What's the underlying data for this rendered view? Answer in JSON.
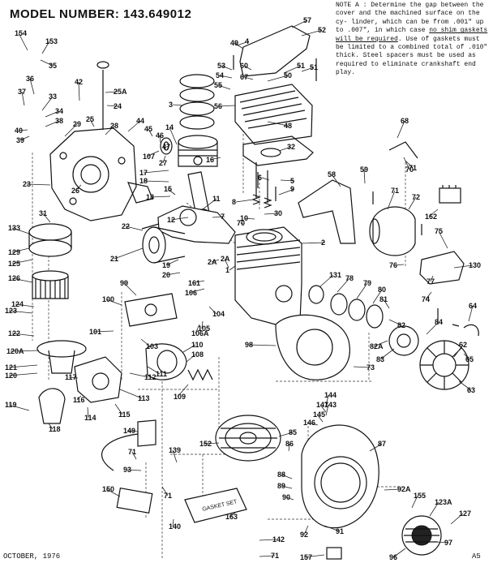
{
  "header": {
    "title": "MODEL NUMBER: 143.649012"
  },
  "note": {
    "text_a": "NOTE A : Determine the gap between the cover and the machined surface on the cy- linder, which can be from .001\" up to .007\", in which case ",
    "text_b": "no shim gaskets will be required",
    "text_c": ". Use of gaskets must be limited to a combined total of .010\" thick. Steel spacers must be used as required to eliminate crankshaft end play."
  },
  "footer": {
    "date": "OCTOBER, 1976",
    "page": "A5"
  },
  "gasket_set_label": "GASKET SET",
  "labels": [
    "154",
    "153",
    "35",
    "42",
    "36",
    "37",
    "33",
    "34",
    "38",
    "39",
    "40",
    "25A",
    "24",
    "25",
    "28",
    "44",
    "45",
    "46",
    "47",
    "29",
    "23",
    "26",
    "13",
    "14",
    "107",
    "27",
    "16",
    "17",
    "18",
    "15",
    "12",
    "11",
    "7",
    "22",
    "21",
    "19",
    "20",
    "2A",
    "1",
    "2",
    "3",
    "4",
    "5",
    "6",
    "8",
    "9",
    "10",
    "30",
    "31",
    "32",
    "48",
    "49",
    "50",
    "51",
    "52",
    "53",
    "54",
    "55",
    "56",
    "57",
    "58",
    "59",
    "60",
    "67",
    "68",
    "70",
    "71",
    "72",
    "162",
    "133",
    "129",
    "125",
    "126",
    "124",
    "123",
    "122",
    "120A",
    "121",
    "120",
    "119",
    "118",
    "117",
    "116",
    "115",
    "113",
    "112",
    "111",
    "110",
    "109",
    "108",
    "114",
    "161",
    "106",
    "106A",
    "105",
    "104",
    "103",
    "101",
    "100",
    "99",
    "98",
    "73",
    "75",
    "77",
    "76",
    "74",
    "130",
    "131",
    "78",
    "79",
    "80",
    "81",
    "82",
    "82A",
    "83",
    "84",
    "62",
    "64",
    "65",
    "63",
    "144",
    "143",
    "147",
    "145",
    "146",
    "85",
    "86",
    "87",
    "152",
    "149",
    "139",
    "93",
    "150",
    "163",
    "140",
    "142",
    "88",
    "89",
    "90",
    "92",
    "91",
    "92A",
    "155",
    "123A",
    "127",
    "97",
    "96",
    "157",
    "71",
    "71",
    "51",
    "2A",
    "71",
    "71",
    "70"
  ]
}
